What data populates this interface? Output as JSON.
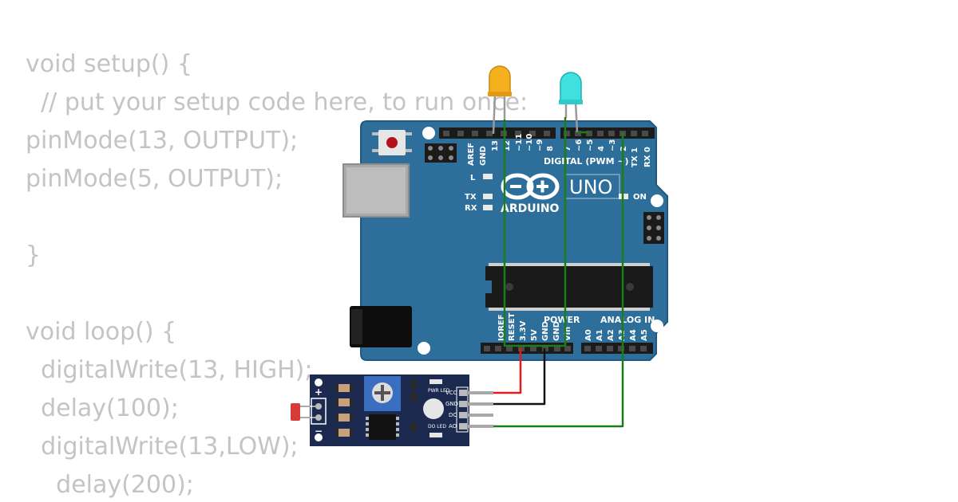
{
  "code": {
    "lines": [
      "void setup() {",
      "  // put your setup code here, to run once:",
      "pinMode(13, OUTPUT);",
      "pinMode(5, OUTPUT);",
      "",
      "}",
      "",
      "void loop() {",
      "  digitalWrite(13, HIGH);",
      "  delay(100);",
      "  digitalWrite(13,LOW);",
      "    delay(200);"
    ]
  },
  "board": {
    "model": "UNO",
    "brand": "ARDUINO",
    "digital_header_label": "DIGITAL (PWM ~)",
    "power_label": "POWER",
    "analog_label": "ANALOG IN",
    "on_label": "ON",
    "l_label": "L",
    "tx_label": "TX",
    "rx_label": "RX",
    "digital_pins_left": [
      "AREF",
      "GND",
      "13",
      "12",
      "~11",
      "~10",
      "~9",
      "8"
    ],
    "digital_pins_right": [
      "7",
      "~6",
      "~5",
      "4",
      "~3",
      "2",
      "TX 1",
      "RX 0"
    ],
    "power_pins": [
      "IOREF",
      "RESET",
      "3.3V",
      "5V",
      "GND",
      "GND",
      "Vin"
    ],
    "analog_pins": [
      "A0",
      "A1",
      "A2",
      "A3",
      "A4",
      "A5"
    ]
  },
  "sensor": {
    "pins": [
      "VCC",
      "GND",
      "DO",
      "AO"
    ],
    "pwr_led_label": "PWR LED",
    "do_led_label": "DO LED",
    "plus": "+",
    "minus": "−"
  },
  "leds": [
    {
      "color": "#f5b020"
    },
    {
      "color": "#3fe0e0"
    }
  ],
  "wires": {
    "signal": "#1a7d1a",
    "power": "#e21b1b",
    "ground": "#111111"
  },
  "colors": {
    "board": "#2d6e9a",
    "code_text": "#c4c4c4",
    "sensor_board": "#1c2a50"
  }
}
